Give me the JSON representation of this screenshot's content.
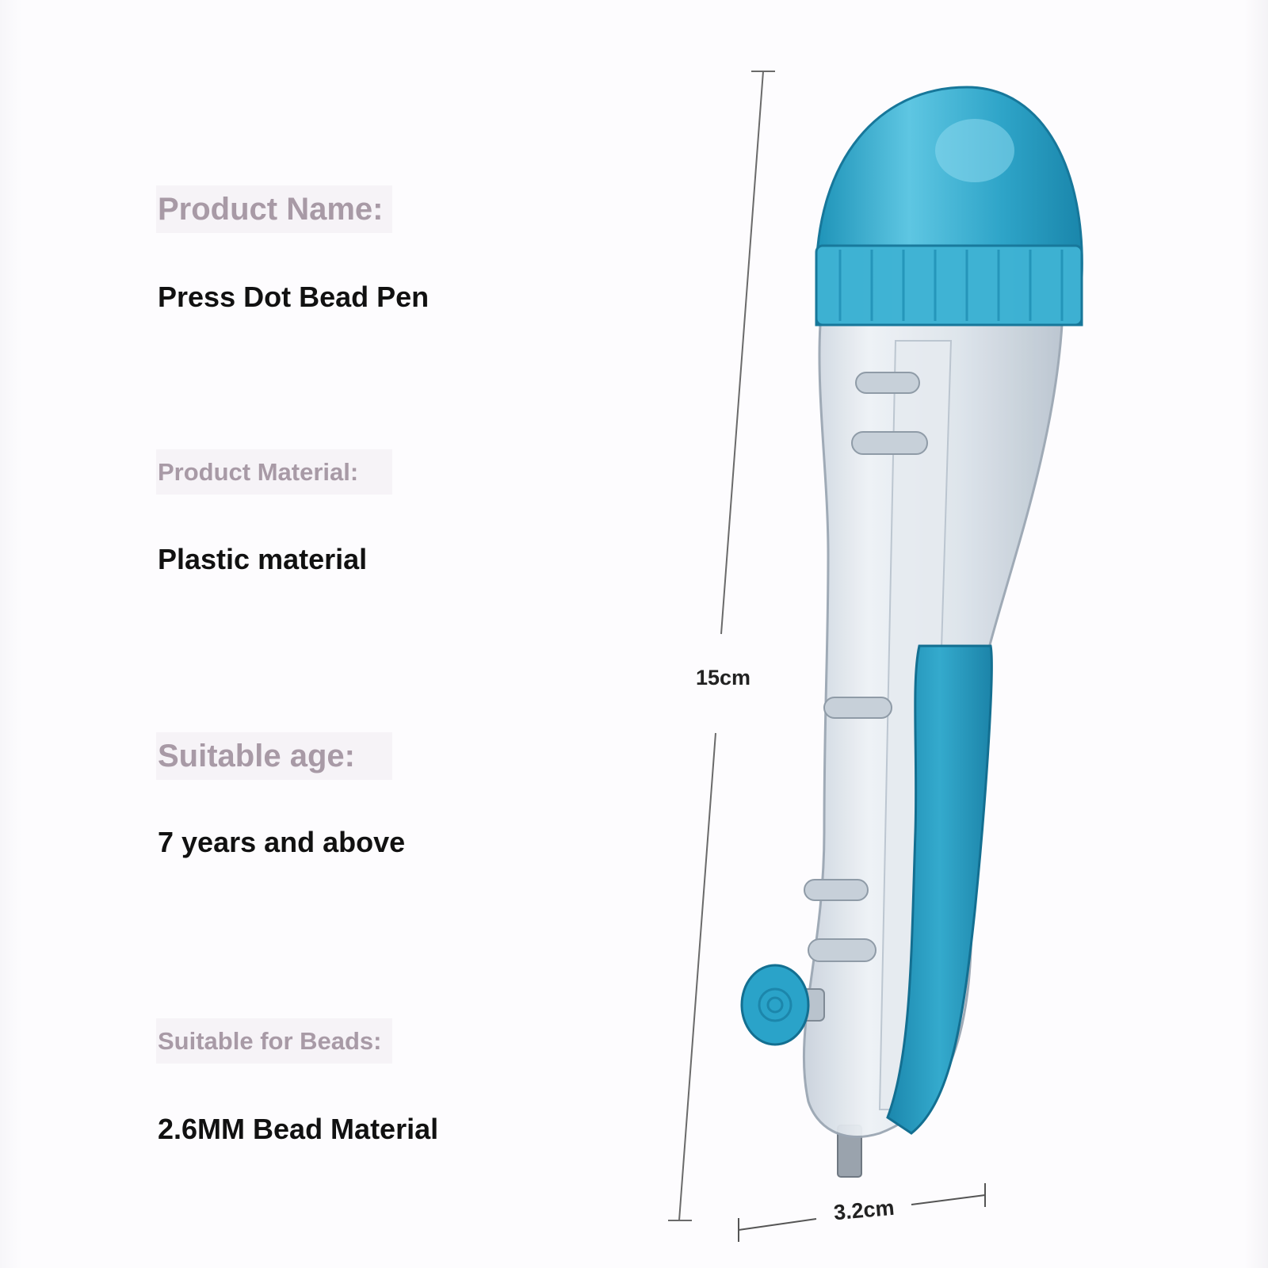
{
  "specs": [
    {
      "label": "Product Name:",
      "value": "Press Dot Bead Pen"
    },
    {
      "label": "Product Material:",
      "value": "Plastic material"
    },
    {
      "label": "Suitable age:",
      "value": "7 years and above"
    },
    {
      "label": "Suitable for Beads:",
      "value": "2.6MM Bead Material"
    }
  ],
  "dimensions": {
    "length": "15cm",
    "width": "3.2cm"
  },
  "colors": {
    "accent": "#2fa6c8",
    "label_text": "#a89aa6",
    "value_text": "#111111"
  }
}
